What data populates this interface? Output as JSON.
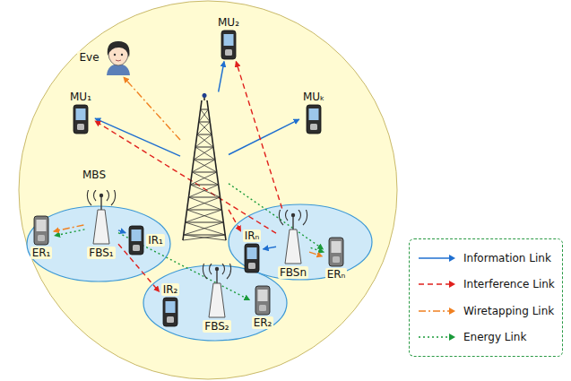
{
  "diagram": {
    "nodes": [
      {
        "text": [
          "MU₁"
        ]
      },
      {
        "text": [
          "MU₂"
        ]
      },
      {
        "text": [
          "MUₖ"
        ]
      },
      {
        "text": [
          "Eve"
        ]
      },
      {
        "text": [
          "MBS"
        ]
      },
      {
        "text": [
          "FBS₁"
        ]
      },
      {
        "text": [
          "IR₁"
        ]
      },
      {
        "text": [
          "ER₁"
        ]
      },
      {
        "text": [
          "FBS₂"
        ]
      },
      {
        "text": [
          "IR₂"
        ]
      },
      {
        "text": [
          "ER₂"
        ]
      },
      {
        "text": [
          "FBSn"
        ]
      },
      {
        "text": [
          "IRₙ"
        ]
      },
      {
        "text": [
          "ERₙ"
        ]
      }
    ],
    "edges": [
      {
        "from": 4,
        "to": 0,
        "arrow": "to"
      },
      {
        "from": 4,
        "to": 1,
        "arrow": "to"
      },
      {
        "from": 4,
        "to": 2,
        "arrow": "to"
      },
      {
        "from": 4,
        "to": 3,
        "arrow": "to"
      },
      {
        "from": 4,
        "to": 12,
        "arrow": "to"
      },
      {
        "from": 4,
        "to": 13,
        "arrow": "to"
      },
      {
        "from": 5,
        "to": 6,
        "arrow": "to"
      },
      {
        "from": 5,
        "to": 7,
        "arrow": "to"
      },
      {
        "from": 5,
        "to": 7,
        "arrow": "to"
      },
      {
        "from": 5,
        "to": 9,
        "arrow": "to"
      },
      {
        "from": 5,
        "to": 10,
        "arrow": "to"
      },
      {
        "from": 11,
        "to": 12,
        "arrow": "to"
      },
      {
        "from": 11,
        "to": 13,
        "arrow": "to"
      },
      {
        "from": 11,
        "to": 13,
        "arrow": "to"
      },
      {
        "from": 11,
        "to": 1,
        "arrow": "to"
      },
      {
        "from": 11,
        "to": 0,
        "arrow": "to"
      }
    ],
    "legend": [
      {
        "text": "Information Link"
      },
      {
        "text": "Interference Link"
      },
      {
        "text": "Wiretapping Link"
      },
      {
        "text": "Energy Link"
      }
    ]
  }
}
